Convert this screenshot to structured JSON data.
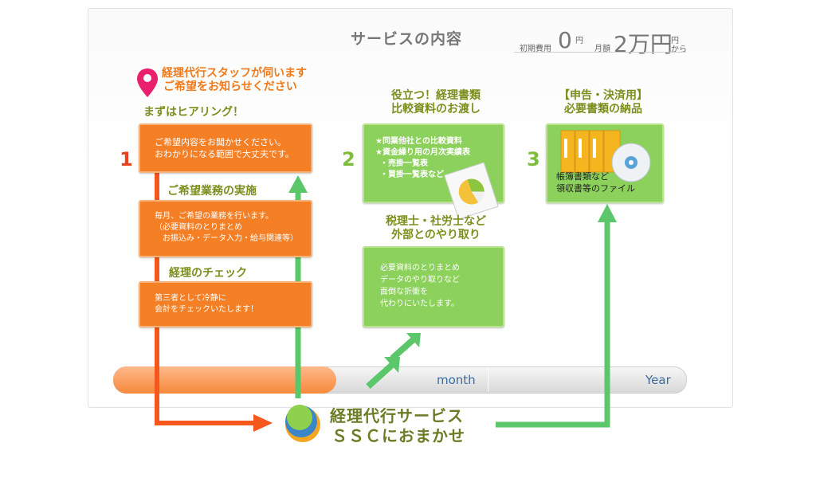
{
  "header": {
    "title": "サービスの内容",
    "initial_fee_label": "初期費用",
    "initial_fee_value": "0",
    "initial_fee_unit": "円",
    "monthly_label": "月額",
    "monthly_value": "2万円",
    "monthly_unit": "円",
    "monthly_suffix": "から"
  },
  "step1": {
    "number": "1",
    "pin_caption_line1": "経理代行スタッフが伺います",
    "pin_caption_line2": "ご希望をお知らせください",
    "heading": "まずはヒアリング！",
    "box1_line1": "ご希望内容をお聞かせください。",
    "box1_line2": "おわかりになる範囲で大丈夫です。",
    "heading2": "ご希望業務の実施",
    "box2_line1": "毎月、ご希望の業務を行います。",
    "box2_line2": "（必要資料のとりまとめ",
    "box2_line3": "お振込み・データ入力・給与関連等）",
    "heading3": "経理のチェック",
    "box3_line1": "第三者として冷静に",
    "box3_line2": "会計をチェックいたします！"
  },
  "step2": {
    "number": "2",
    "heading_line1": "役立つ！経理書類",
    "heading_line2": "比較資料のお渡し",
    "box1_line1": "★同業他社との比較資料",
    "box1_line2": "★資金繰り用の月次実績表",
    "box1_line3": "・売掛一覧表",
    "box1_line4": "・買掛一覧表など",
    "heading2_line1": "税理士・社労士など",
    "heading2_line2": "外部とのやり取り",
    "box2_line1": "必要資料のとりまとめ",
    "box2_line2": "データのやり取りなど",
    "box2_line3": "面倒な折衝を",
    "box2_line4": "代わりにいたします。"
  },
  "step3": {
    "number": "3",
    "heading_line1": "【申告・決済用】",
    "heading_line2": "必要書類の納品",
    "box_line1": "帳簿書類など",
    "box_line2": "領収書等のファイル"
  },
  "timeline": {
    "month_label": "month",
    "year_label": "Year"
  },
  "footer": {
    "line1": "経理代行サービス",
    "line2": "ＳＳＣにおまかせ"
  },
  "colors": {
    "orange": "#f57f25",
    "green": "#8cd15b",
    "arrow_green": "#5cc66a",
    "arrow_orange": "#f5571c",
    "number_red": "#e8431e",
    "number_green": "#7dbd3a"
  }
}
